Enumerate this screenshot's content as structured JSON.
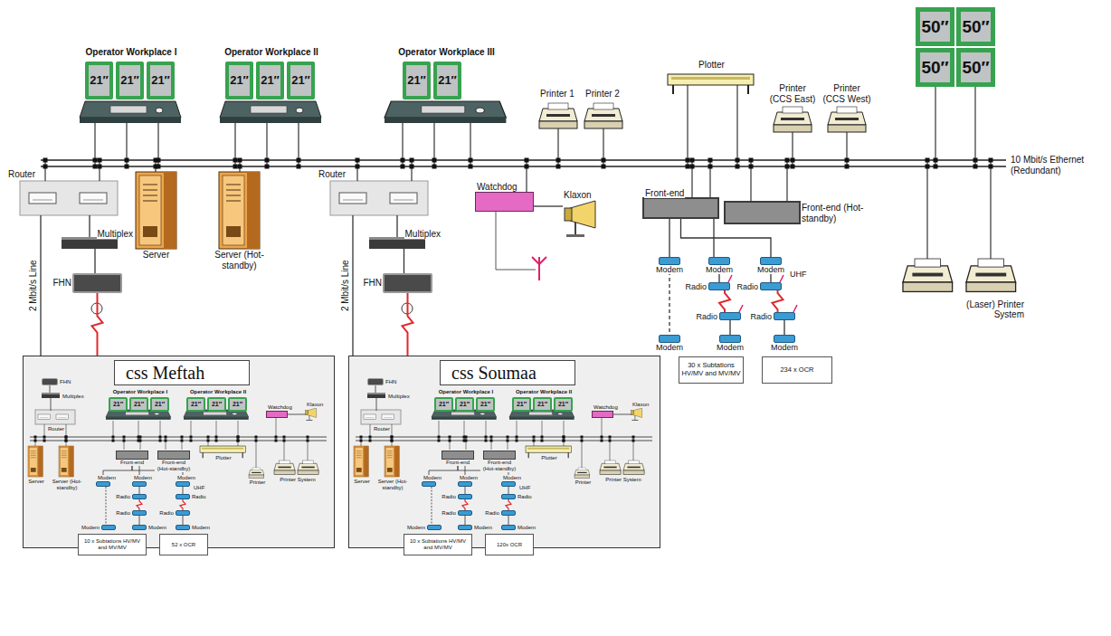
{
  "diagram": {
    "nodes": [
      {
        "text": [
          "Operator Workplace I"
        ]
      },
      {
        "text": [
          "21″"
        ],
        "in": 0
      },
      {
        "text": [
          "21″"
        ],
        "in": 0
      },
      {
        "text": [
          "21″"
        ],
        "in": 0
      },
      {
        "text": [
          "Operator Workplace II"
        ]
      },
      {
        "text": [
          "21″"
        ],
        "in": 4
      },
      {
        "text": [
          "21″"
        ],
        "in": 4
      },
      {
        "text": [
          "21″"
        ],
        "in": 4
      },
      {
        "text": [
          "Operator Workplace III"
        ]
      },
      {
        "text": [
          "21″"
        ],
        "in": 8
      },
      {
        "text": [
          "21″"
        ],
        "in": 8
      },
      {
        "text": [
          "Printer 1"
        ]
      },
      {
        "text": [
          "Printer 2"
        ]
      },
      {
        "text": [
          "Plotter"
        ]
      },
      {
        "text": [
          "Printer (CCS East)"
        ]
      },
      {
        "text": [
          "Printer (CCS West)"
        ]
      },
      {
        "text": [
          "50″"
        ]
      },
      {
        "text": [
          "50″"
        ]
      },
      {
        "text": [
          "50″"
        ]
      },
      {
        "text": [
          "50″"
        ]
      },
      {
        "text": [
          "Router"
        ]
      },
      {
        "text": [
          "Multiplex"
        ]
      },
      {
        "text": [
          "FHN"
        ]
      },
      {
        "text": [
          "Server"
        ]
      },
      {
        "text": [
          "Server (Hot-standby)"
        ]
      },
      {
        "text": [
          "Router"
        ]
      },
      {
        "text": [
          "Multiplex"
        ]
      },
      {
        "text": [
          "FHN"
        ]
      },
      {
        "text": [
          "Watchdog"
        ]
      },
      {
        "text": [
          "Klaxon"
        ]
      },
      {
        "text": [
          "Front-end"
        ]
      },
      {
        "text": [
          "Front-end (Hot-standby)"
        ]
      },
      {
        "text": [
          "Modem"
        ]
      },
      {
        "text": [
          "Modem"
        ]
      },
      {
        "text": [
          "Modem"
        ]
      },
      {
        "text": [
          "Radio"
        ]
      },
      {
        "text": [
          "Radio"
        ]
      },
      {
        "text": [
          "Radio"
        ]
      },
      {
        "text": [
          "Radio"
        ]
      },
      {
        "text": [
          "Modem"
        ]
      },
      {
        "text": [
          "Modem"
        ]
      },
      {
        "text": [
          "Modem"
        ]
      },
      {
        "text": [
          "30 x Subtations HV/MV and MV/MV"
        ]
      },
      {
        "text": [
          "234 x OCR"
        ]
      },
      {
        "text": [
          "(Laser) Printer System"
        ]
      },
      {
        "text": [
          "css Meftah"
        ]
      },
      {
        "text": [
          "FHN"
        ],
        "in": 45
      },
      {
        "text": [
          "Multiplex"
        ],
        "in": 45
      },
      {
        "text": [
          "Router"
        ],
        "in": 45
      },
      {
        "text": [
          "Operator Workplace I"
        ],
        "in": 45
      },
      {
        "text": [
          "21″"
        ],
        "in": 49
      },
      {
        "text": [
          "21″"
        ],
        "in": 49
      },
      {
        "text": [
          "21″"
        ],
        "in": 49
      },
      {
        "text": [
          "Operator Workplace II"
        ],
        "in": 45
      },
      {
        "text": [
          "21″"
        ],
        "in": 53
      },
      {
        "text": [
          "21″"
        ],
        "in": 53
      },
      {
        "text": [
          "21″"
        ],
        "in": 53
      },
      {
        "text": [
          "Watchdog"
        ],
        "in": 45
      },
      {
        "text": [
          "Klaxon"
        ],
        "in": 45
      },
      {
        "text": [
          "Server"
        ],
        "in": 45
      },
      {
        "text": [
          "Server (Hot-standby)"
        ],
        "in": 45
      },
      {
        "text": [
          "Front-end"
        ],
        "in": 45
      },
      {
        "text": [
          "Front-end (Hot-standby)"
        ],
        "in": 45
      },
      {
        "text": [
          "Plotter"
        ],
        "in": 45
      },
      {
        "text": [
          "Printer"
        ],
        "in": 45
      },
      {
        "text": [
          "Printer System"
        ],
        "in": 45
      },
      {
        "text": [
          "Modem"
        ],
        "in": 45
      },
      {
        "text": [
          "Modem"
        ],
        "in": 45
      },
      {
        "text": [
          "Modem"
        ],
        "in": 45
      },
      {
        "text": [
          "Radio"
        ],
        "in": 45
      },
      {
        "text": [
          "Radio"
        ],
        "in": 45
      },
      {
        "text": [
          "Radio"
        ],
        "in": 45
      },
      {
        "text": [
          "Radio"
        ],
        "in": 45
      },
      {
        "text": [
          "Modem"
        ],
        "in": 45
      },
      {
        "text": [
          "Modem"
        ],
        "in": 45
      },
      {
        "text": [
          "Modem"
        ],
        "in": 45
      },
      {
        "text": [
          "10 x Subtations HV/MV and MV/MV"
        ],
        "in": 45
      },
      {
        "text": [
          "52 x OCR"
        ],
        "in": 45
      },
      {
        "text": [
          "css Soumaa"
        ]
      },
      {
        "text": [
          "FHN"
        ],
        "in": 78
      },
      {
        "text": [
          "Multiplex"
        ],
        "in": 78
      },
      {
        "text": [
          "Router"
        ],
        "in": 78
      },
      {
        "text": [
          "Operator Workplace I"
        ],
        "in": 78
      },
      {
        "text": [
          "21″"
        ],
        "in": 82
      },
      {
        "text": [
          "21″"
        ],
        "in": 82
      },
      {
        "text": [
          "21″"
        ],
        "in": 82
      },
      {
        "text": [
          "Operator Workplace II"
        ],
        "in": 78
      },
      {
        "text": [
          "21″"
        ],
        "in": 86
      },
      {
        "text": [
          "21″"
        ],
        "in": 86
      },
      {
        "text": [
          "21″"
        ],
        "in": 86
      },
      {
        "text": [
          "Watchdog"
        ],
        "in": 78
      },
      {
        "text": [
          "Klaxon"
        ],
        "in": 78
      },
      {
        "text": [
          "Server"
        ],
        "in": 78
      },
      {
        "text": [
          "Server (Hot-standby)"
        ],
        "in": 78
      },
      {
        "text": [
          "Front-end"
        ],
        "in": 78
      },
      {
        "text": [
          "Front-end (Hot-standby)"
        ],
        "in": 78
      },
      {
        "text": [
          "Plotter"
        ],
        "in": 78
      },
      {
        "text": [
          "Printer"
        ],
        "in": 78
      },
      {
        "text": [
          "Printer System"
        ],
        "in": 78
      },
      {
        "text": [
          "Modem"
        ],
        "in": 78
      },
      {
        "text": [
          "Modem"
        ],
        "in": 78
      },
      {
        "text": [
          "Modem"
        ],
        "in": 78
      },
      {
        "text": [
          "Radio"
        ],
        "in": 78
      },
      {
        "text": [
          "Radio"
        ],
        "in": 78
      },
      {
        "text": [
          "Radio"
        ],
        "in": 78
      },
      {
        "text": [
          "Radio"
        ],
        "in": 78
      },
      {
        "text": [
          "Modem"
        ],
        "in": 78
      },
      {
        "text": [
          "Modem"
        ],
        "in": 78
      },
      {
        "text": [
          "Modem"
        ],
        "in": 78
      },
      {
        "text": [
          "10 x Subtations HV/MV and MV/MV"
        ],
        "in": 78
      },
      {
        "text": [
          "120x OCR"
        ],
        "in": 78
      }
    ],
    "edges": [
      {
        "from": 20,
        "to": 21,
        "arrow": "none"
      },
      {
        "from": 21,
        "to": 22,
        "arrow": "none"
      },
      {
        "from": 22,
        "to": 45,
        "arrow": "none"
      },
      {
        "from": 20,
        "to": 45,
        "label": "2 Mbit/s Line",
        "arrow": "none"
      },
      {
        "from": 25,
        "to": 26,
        "arrow": "none"
      },
      {
        "from": 26,
        "to": 27,
        "arrow": "none"
      },
      {
        "from": 27,
        "to": 78,
        "arrow": "none"
      },
      {
        "from": 25,
        "to": 78,
        "label": "2 Mbit/s Line",
        "arrow": "none"
      },
      {
        "from": 28,
        "to": 29,
        "arrow": "none"
      },
      {
        "from": 30,
        "to": 32,
        "arrow": "none"
      },
      {
        "from": 30,
        "to": 33,
        "arrow": "none"
      },
      {
        "from": 30,
        "to": 34,
        "arrow": "none"
      },
      {
        "from": 33,
        "to": 35,
        "arrow": "none"
      },
      {
        "from": 34,
        "to": 36,
        "arrow": "none"
      },
      {
        "from": 35,
        "to": 37,
        "arrow": "none"
      },
      {
        "from": 36,
        "to": 38,
        "arrow": "none"
      },
      {
        "from": 32,
        "to": 39,
        "arrow": "none"
      },
      {
        "from": 37,
        "to": 40,
        "arrow": "none"
      },
      {
        "from": 38,
        "to": 41,
        "arrow": "none"
      },
      {
        "from": 48,
        "to": 47,
        "arrow": "none"
      },
      {
        "from": 47,
        "to": 46,
        "arrow": "none"
      },
      {
        "from": 57,
        "to": 58,
        "arrow": "none"
      },
      {
        "from": 61,
        "to": 66,
        "arrow": "none"
      },
      {
        "from": 61,
        "to": 67,
        "arrow": "none"
      },
      {
        "from": 61,
        "to": 68,
        "arrow": "none"
      },
      {
        "from": 67,
        "to": 69,
        "arrow": "none"
      },
      {
        "from": 68,
        "to": 70,
        "arrow": "none"
      },
      {
        "from": 69,
        "to": 71,
        "arrow": "none"
      },
      {
        "from": 70,
        "to": 72,
        "arrow": "none"
      },
      {
        "from": 66,
        "to": 73,
        "arrow": "none"
      },
      {
        "from": 71,
        "to": 74,
        "arrow": "none"
      },
      {
        "from": 72,
        "to": 75,
        "arrow": "none"
      },
      {
        "from": 81,
        "to": 80,
        "arrow": "none"
      },
      {
        "from": 80,
        "to": 79,
        "arrow": "none"
      },
      {
        "from": 90,
        "to": 91,
        "arrow": "none"
      },
      {
        "from": 94,
        "to": 99,
        "arrow": "none"
      },
      {
        "from": 94,
        "to": 100,
        "arrow": "none"
      },
      {
        "from": 94,
        "to": 101,
        "arrow": "none"
      },
      {
        "from": 100,
        "to": 102,
        "arrow": "none"
      },
      {
        "from": 101,
        "to": 103,
        "arrow": "none"
      },
      {
        "from": 102,
        "to": 104,
        "arrow": "none"
      },
      {
        "from": 103,
        "to": 105,
        "arrow": "none"
      },
      {
        "from": 99,
        "to": 106,
        "arrow": "none"
      },
      {
        "from": 104,
        "to": 107,
        "arrow": "none"
      },
      {
        "from": 105,
        "to": 108,
        "arrow": "none"
      }
    ],
    "labels": [
      "10 Mbit/s Ethernet (Redundant)",
      "UHF",
      "UHF",
      "UHF"
    ]
  }
}
